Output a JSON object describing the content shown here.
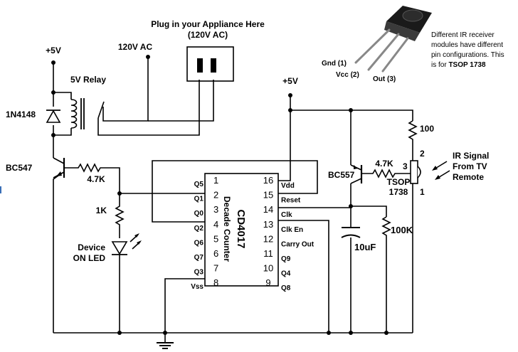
{
  "labels": {
    "plug_title_1": "Plug in your Appliance Here",
    "plug_title_2": "(120V AC)",
    "plus5v_left": "+5V",
    "ac_120": "120V AC",
    "relay": "5V Relay",
    "diode": "1N4148",
    "bc547": "BC547",
    "r_base": "4.7K",
    "r_led": "1K",
    "led_1": "Device",
    "led_2": "ON LED",
    "plus5v_right": "+5V",
    "bc557": "BC557",
    "r_4k7_right": "4.7K",
    "r_100": "100",
    "tsop_1": "TSOP",
    "tsop_2": "1738",
    "cap": "10uF",
    "r_100k": "100K",
    "ir_1": "IR Signal",
    "ir_2": "From TV",
    "ir_3": "Remote",
    "gnd_pin": "Gnd (1)",
    "vcc_pin": "Vcc (2)",
    "out_pin": "Out (3)",
    "note_1": "Different IR receiver",
    "note_2": "modules have different",
    "note_3": "pin configurations. This",
    "note_4_a": "is for ",
    "note_4_b": "TSOP 1738",
    "tsop_pin2": "2",
    "tsop_pin3": "3",
    "tsop_pin1": "1"
  },
  "chip": {
    "name": "CD4017",
    "subtitle": "Decade Counter",
    "left_pins": [
      {
        "num": "1",
        "label": "Q5"
      },
      {
        "num": "2",
        "label": "Q1"
      },
      {
        "num": "3",
        "label": "Q0"
      },
      {
        "num": "4",
        "label": "Q2"
      },
      {
        "num": "5",
        "label": "Q6"
      },
      {
        "num": "6",
        "label": "Q7"
      },
      {
        "num": "7",
        "label": "Q3"
      },
      {
        "num": "8",
        "label": "Vss"
      }
    ],
    "right_pins": [
      {
        "num": "16",
        "label": "Vdd"
      },
      {
        "num": "15",
        "label": "Reset"
      },
      {
        "num": "14",
        "label": "Clk"
      },
      {
        "num": "13",
        "label": "Clk En"
      },
      {
        "num": "12",
        "label": "Carry Out"
      },
      {
        "num": "11",
        "label": "Q9"
      },
      {
        "num": "10",
        "label": "Q4"
      },
      {
        "num": "9",
        "label": "Q8"
      }
    ]
  }
}
